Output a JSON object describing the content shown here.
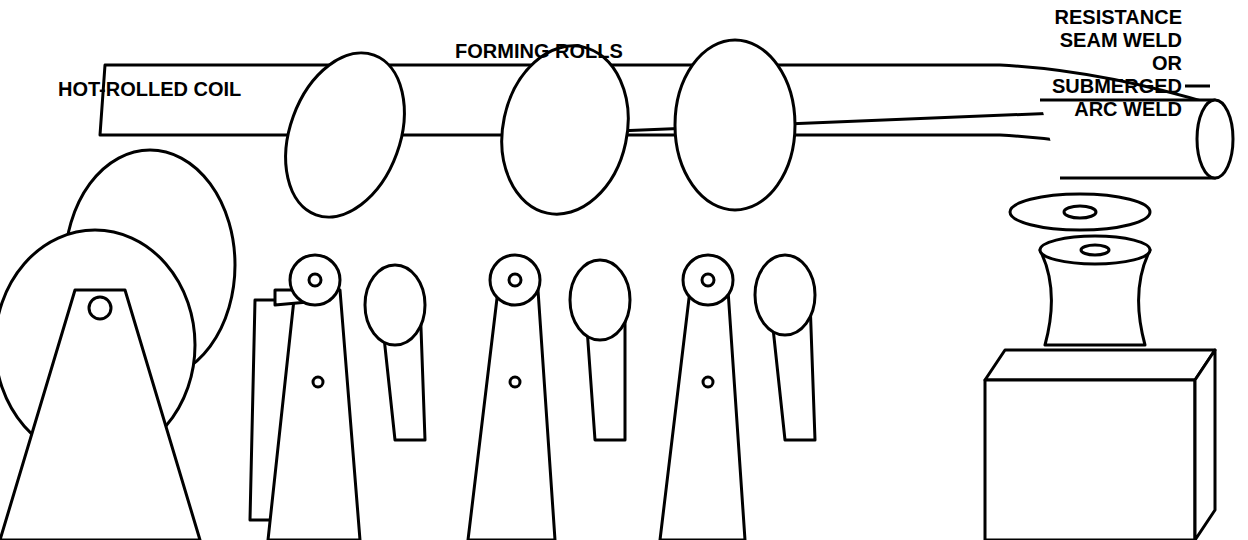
{
  "diagram": {
    "labels": [
      "HOT-ROLLED COIL",
      "FORMING ROLLS",
      "RESISTANCE SEAM WELD OR SUBMERGED ARC WELD"
    ]
  }
}
